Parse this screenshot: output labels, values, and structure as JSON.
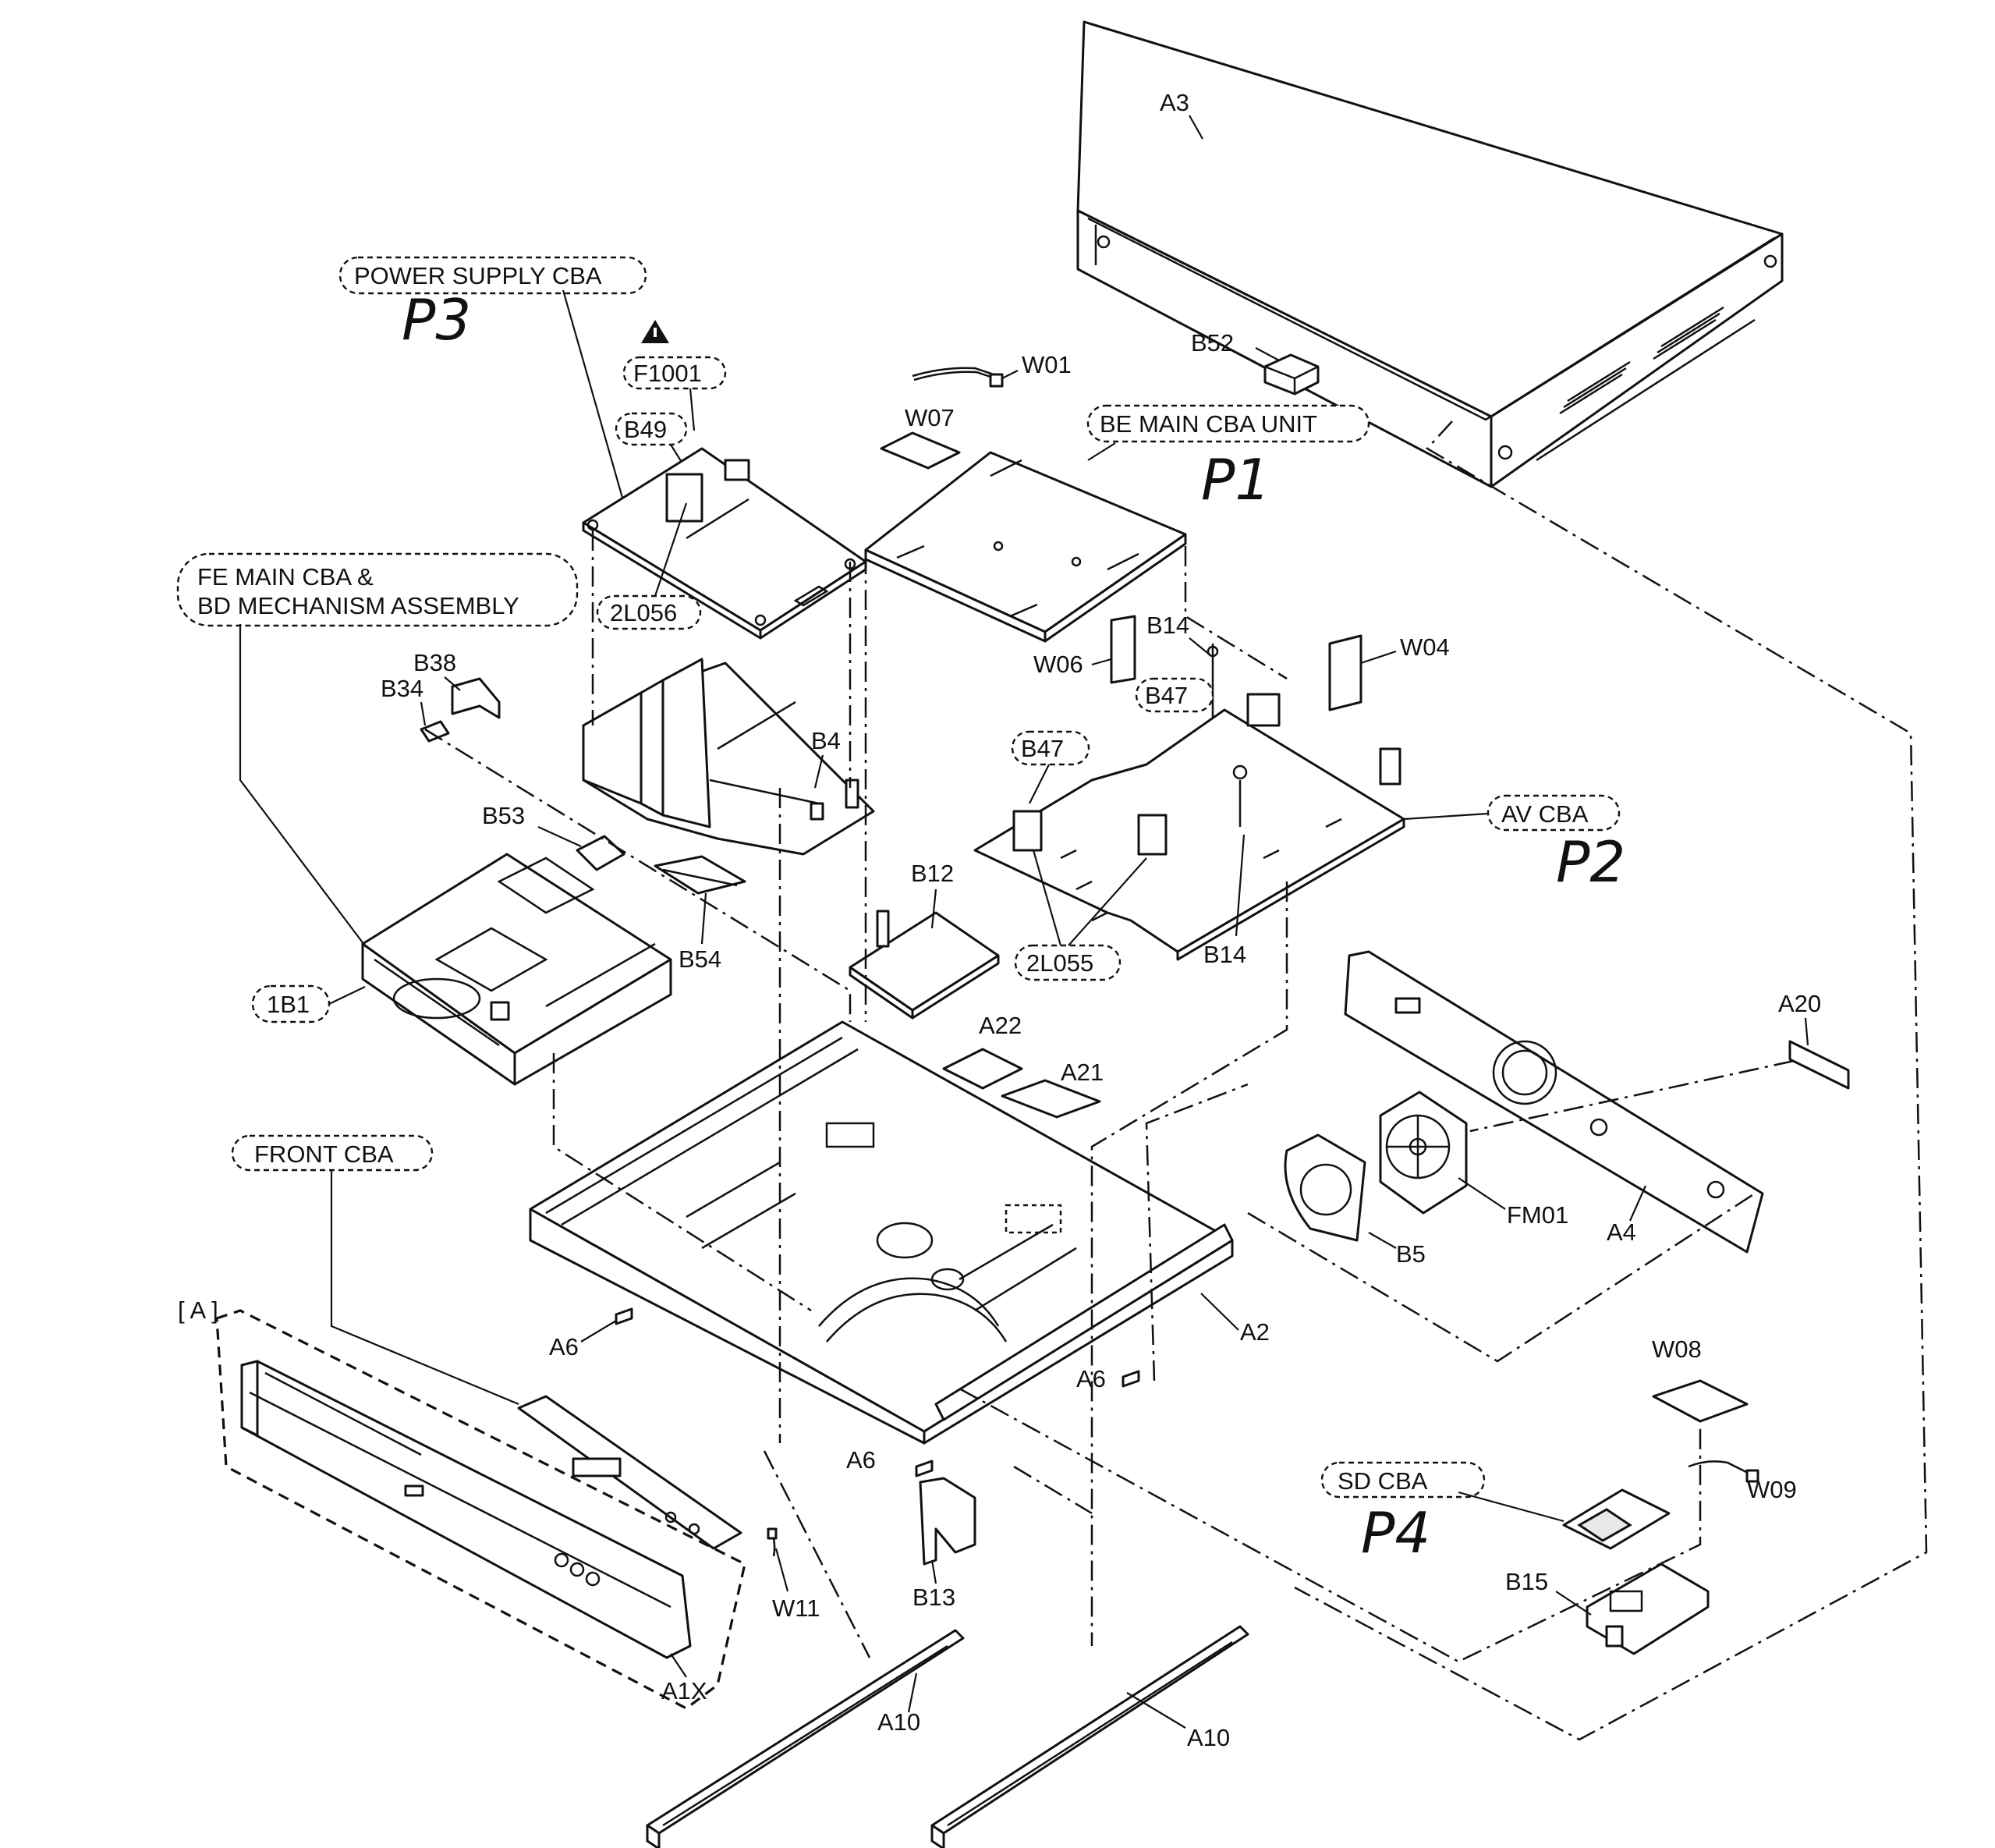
{
  "labels": {
    "a3": "A3",
    "power_supply_cba": "POWER SUPPLY CBA",
    "p3": "P3",
    "f1001": "F1001",
    "b49": "B49",
    "w01": "W01",
    "w07": "W07",
    "b52": "B52",
    "be_main_cba_unit": "BE MAIN CBA UNIT",
    "p1": "P1",
    "fe_main_line1": "FE MAIN CBA &",
    "fe_main_line2": "BD MECHANISM ASSEMBLY",
    "l2l056": "2L056",
    "b14_top": "B14",
    "w06": "W06",
    "w04": "W04",
    "b38": "B38",
    "b34": "B34",
    "b47_right": "B47",
    "b4": "B4",
    "b47_left": "B47",
    "av_cba": "AV CBA",
    "p2": "P2",
    "b53": "B53",
    "b12": "B12",
    "b54": "B54",
    "l2l055": "2L055",
    "b14_bottom": "B14",
    "ib1": "1B1",
    "a22": "A22",
    "a20": "A20",
    "a21": "A21",
    "front_cba": "FRONT CBA",
    "fm01": "FM01",
    "a4": "A4",
    "b5": "B5",
    "bracket_a": "[ A ]",
    "a6_left": "A6",
    "a2": "A2",
    "a6_right": "A6",
    "w08": "W08",
    "a6_bottom": "A6",
    "sd_cba": "SD CBA",
    "w09": "W09",
    "p4": "P4",
    "w11": "W11",
    "b13": "B13",
    "b15": "B15",
    "a1x": "A1X",
    "a10_left": "A10",
    "a10_right": "A10"
  },
  "icons": {
    "warning": "warning-triangle-icon"
  }
}
